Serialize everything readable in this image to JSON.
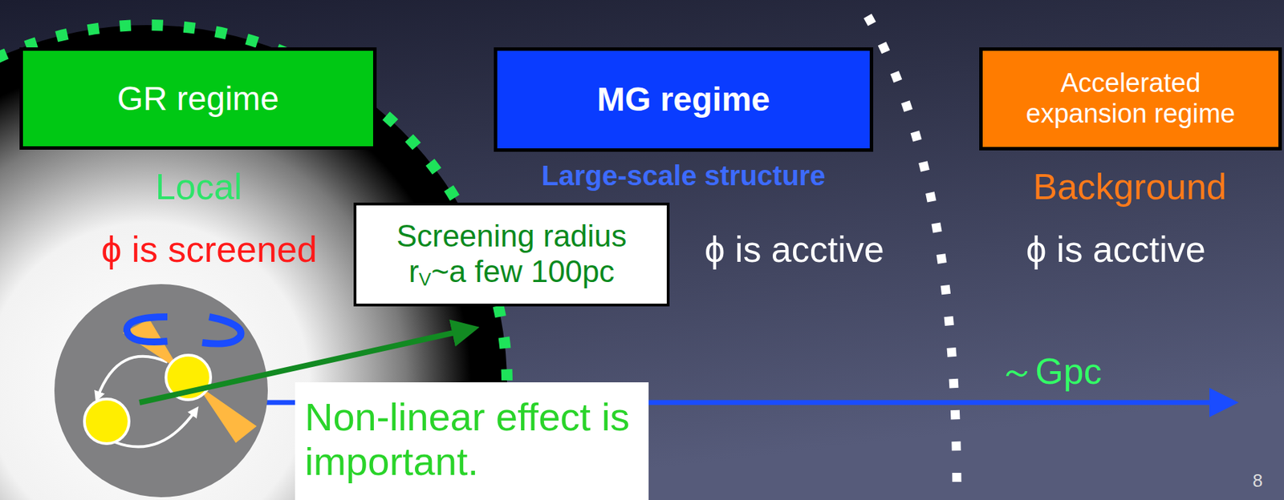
{
  "diagram": {
    "nodes": [
      {
        "text": [
          "GR regime"
        ]
      },
      {
        "text": [
          "MG regime"
        ]
      },
      {
        "text": [
          "Accelerated expansion regime"
        ]
      },
      {
        "text": [
          "Screening radius",
          "r",
          "V",
          "~a few 100pc"
        ]
      },
      {
        "text": [
          "Non-linear effect is important."
        ]
      }
    ],
    "labels": [
      "Local",
      "ϕ is screened",
      "Large-scale structure",
      "ϕ is acctive",
      "Background",
      "ϕ is acctive",
      "～Gpc",
      "8"
    ]
  }
}
